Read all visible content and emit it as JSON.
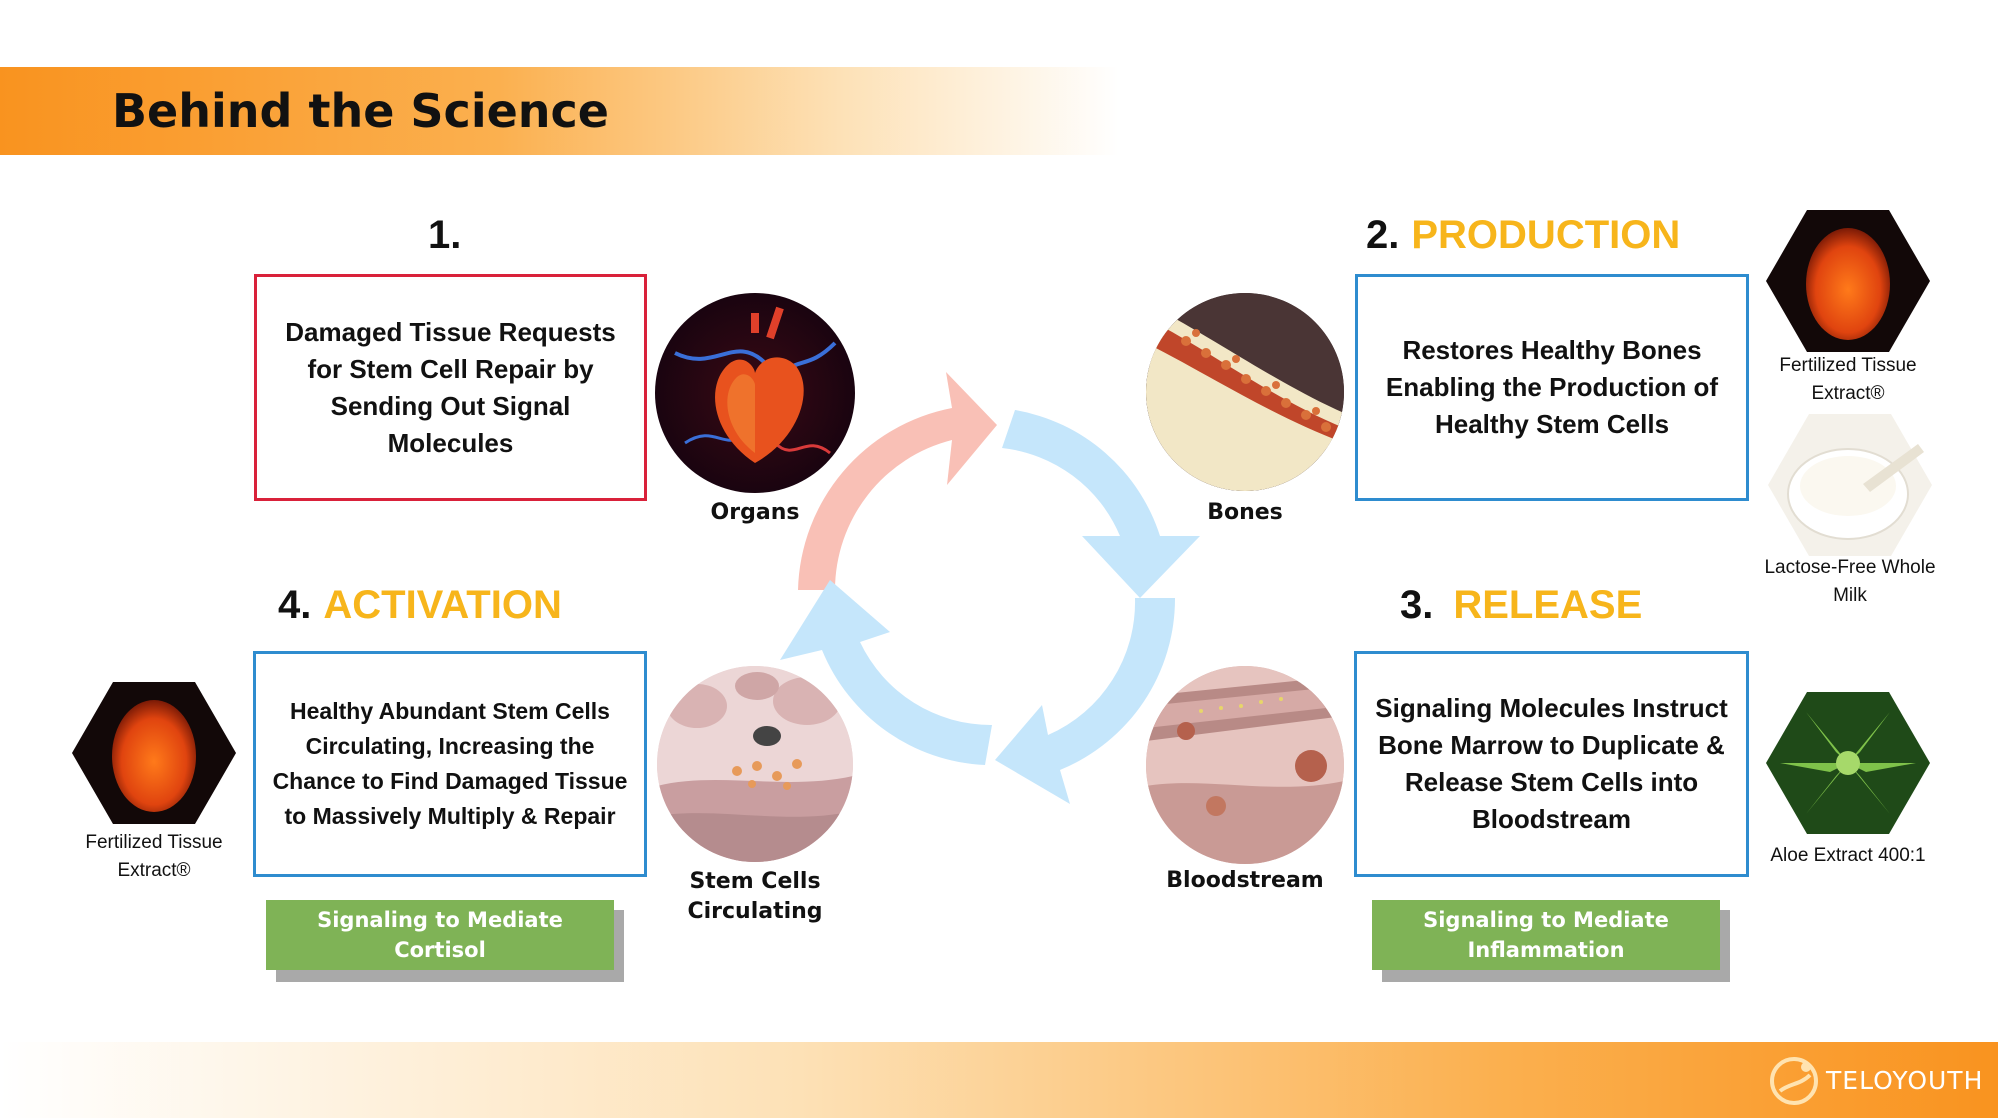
{
  "header": {
    "title": "Behind the Science"
  },
  "steps": [
    {
      "num": "1.",
      "word": "",
      "text": "Damaged Tissue Requests for Stem Cell Repair by Sending Out Signal Molecules"
    },
    {
      "num": "2.",
      "word": "PRODUCTION",
      "text": "Restores Healthy Bones Enabling the Production of Healthy Stem Cells"
    },
    {
      "num": "3.",
      "word": "RELEASE",
      "text": "Signaling Molecules Instruct Bone Marrow to Duplicate & Release Stem Cells into Bloodstream"
    },
    {
      "num": "4.",
      "word": "ACTIVATION",
      "text": "Healthy Abundant Stem Cells Circulating, Increasing the Chance to Find Damaged Tissue to Massively Multiply & Repair"
    }
  ],
  "images": {
    "organs": "Organs",
    "bones": "Bones",
    "bloodstream": "Bloodstream",
    "stem_cells": "Stem Cells Circulating"
  },
  "ingredients": {
    "fertilized_top": "Fertilized Tissue Extract®",
    "milk": "Lactose-Free Whole Milk",
    "aloe": "Aloe Extract 400:1",
    "fertilized_left": "Fertilized Tissue Extract®"
  },
  "signals": {
    "cortisol": "Signaling to Mediate Cortisol",
    "inflammation": "Signaling to Mediate Inflammation"
  },
  "brand": {
    "name": "TELOYOUTH"
  },
  "colors": {
    "accent": "#f7b51b",
    "box_blue": "#2e8ccf",
    "box_red": "#d9213a",
    "green": "#7fb356",
    "orange": "#f9931f",
    "arrow_blue": "#c5e6fb",
    "arrow_pink": "#f9c0b6"
  }
}
